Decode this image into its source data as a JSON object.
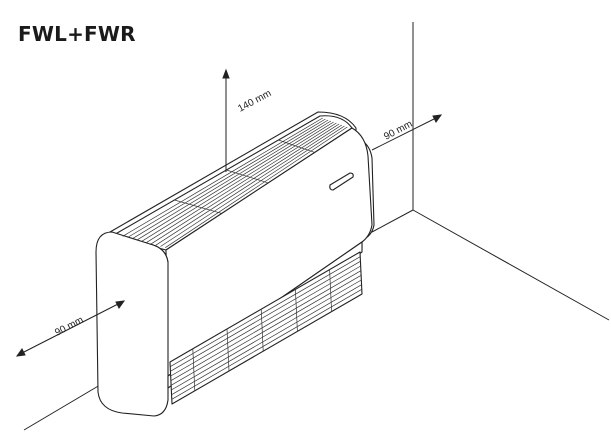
{
  "title": "FWL+FWR",
  "dimensions": {
    "top_clearance": "140 mm",
    "right_clearance": "90 mm",
    "left_clearance": "90 mm"
  },
  "colors": {
    "line": "#222222",
    "unit_fill": "#ffffff",
    "grille": "#333333",
    "shade": "#dcdcdc"
  }
}
